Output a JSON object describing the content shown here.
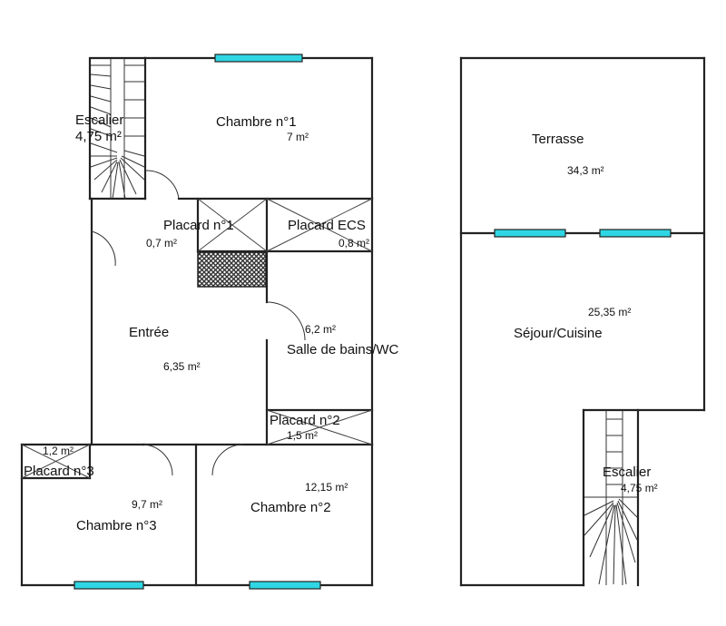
{
  "colors": {
    "wall": "#222222",
    "window": "#2fd6e3",
    "hatch": "#333333",
    "background": "#ffffff"
  },
  "rooms": {
    "escalier1": {
      "name": "Escalier",
      "area": "4,75 m²"
    },
    "chambre1": {
      "name": "Chambre n°1",
      "area": "7 m²"
    },
    "placard1": {
      "name": "Placard n°1",
      "area": "0,7 m²"
    },
    "placard_ecs": {
      "name": "Placard ECS",
      "area": "0,8 m²"
    },
    "entree": {
      "name": "Entrée",
      "area": "6,35 m²"
    },
    "sdb": {
      "name": "Salle de bains/WC",
      "area": "6,2 m²"
    },
    "placard2": {
      "name": "Placard n°2",
      "area": "1,5 m²"
    },
    "placard3": {
      "name": "Placard n°3",
      "area": "1,2 m²"
    },
    "chambre3": {
      "name": "Chambre n°3",
      "area": "9,7 m²"
    },
    "chambre2": {
      "name": "Chambre n°2",
      "area": "12,15 m²"
    },
    "terrasse": {
      "name": "Terrasse",
      "area": "34,3 m²"
    },
    "sejour": {
      "name": "Séjour/Cuisine",
      "area": "25,35 m²"
    },
    "escalier2": {
      "name": "Escalier",
      "area": "4,75 m²"
    }
  }
}
